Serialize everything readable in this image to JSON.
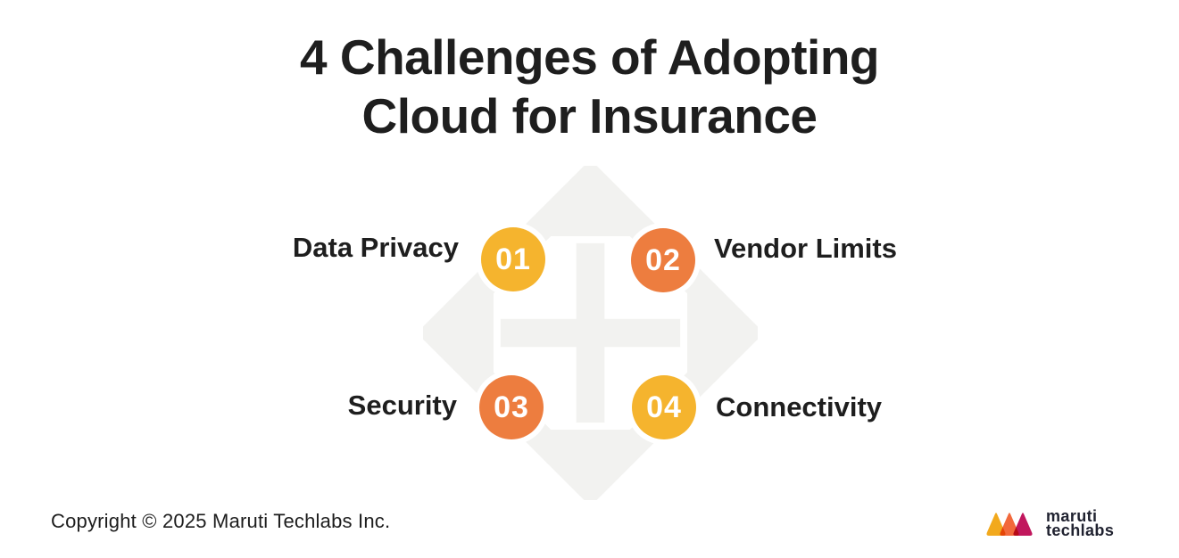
{
  "title": {
    "line1": "4 Challenges of Adopting",
    "line2": "Cloud for Insurance"
  },
  "items": [
    {
      "number": "01",
      "label": "Data Privacy",
      "circle_color": "#F5B42E",
      "position": "top-left"
    },
    {
      "number": "02",
      "label": "Vendor Limits",
      "circle_color": "#ED7D3F",
      "position": "top-right"
    },
    {
      "number": "03",
      "label": "Security",
      "circle_color": "#ED7D3F",
      "position": "bottom-left"
    },
    {
      "number": "04",
      "label": "Connectivity",
      "circle_color": "#F5B42E",
      "position": "bottom-right"
    }
  ],
  "watermark": {
    "icon": "four-way-arrows-diamond",
    "color": "#F2F2F0"
  },
  "footer": {
    "copyright": "Copyright © 2025 Maruti Techlabs Inc."
  },
  "logo": {
    "name_line1": "maruti",
    "name_line2": "techlabs",
    "mark_colors": {
      "yellow": "#F2A91D",
      "orange": "#F2693C",
      "magenta": "#C1175D"
    }
  },
  "colors": {
    "background": "#FFFFFF",
    "text": "#1E1E1E",
    "accent_gold": "#F5B42E",
    "accent_orange": "#ED7D3F",
    "watermark_gray": "#F2F2F0"
  }
}
